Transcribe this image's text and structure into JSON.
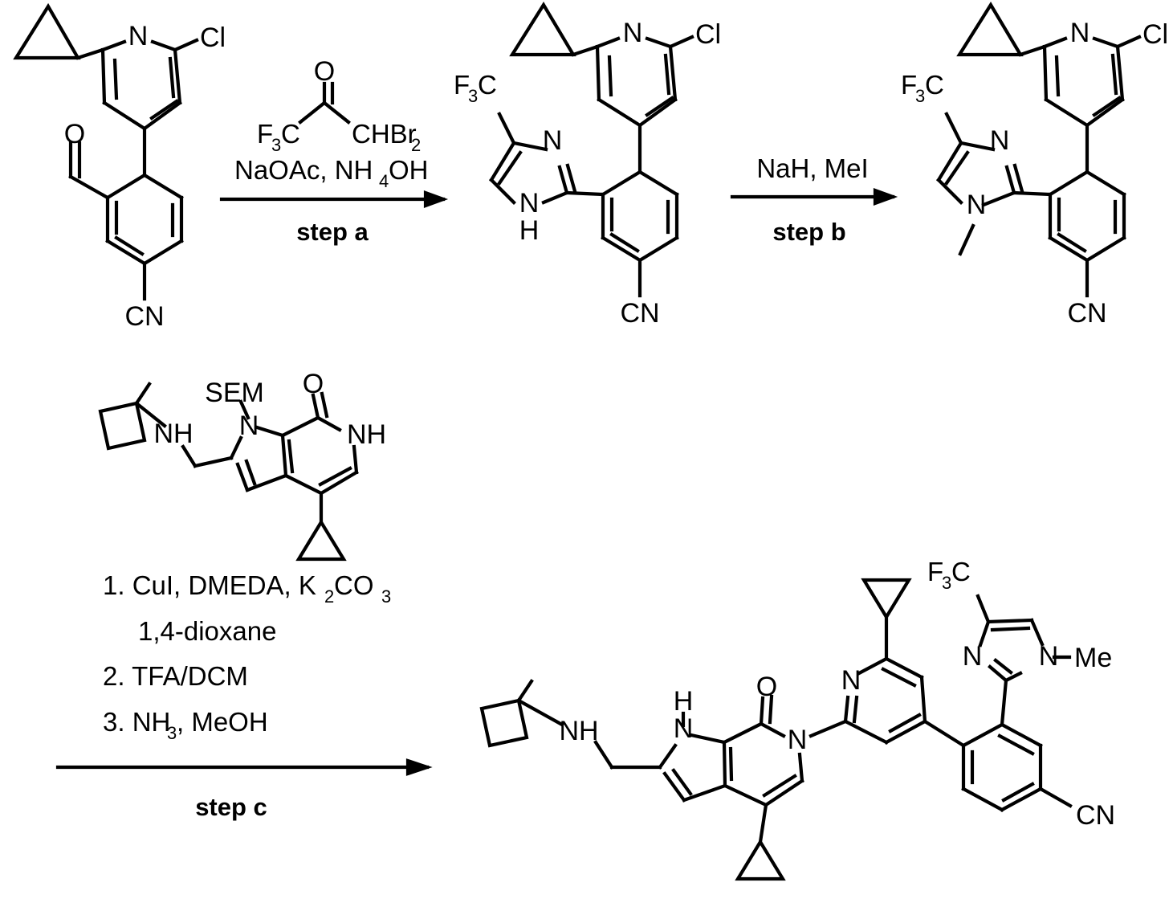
{
  "scheme": {
    "title": "Three-step synthetic reaction scheme",
    "rows": [
      {
        "id": "row-1",
        "structures": [
          "starting-aldehyde",
          "nh-imidazole-intermediate",
          "n-methyl-imidazole-intermediate"
        ],
        "arrows": [
          "step-a",
          "step-b"
        ]
      },
      {
        "id": "row-2",
        "structures": [
          "sem-azaindolone-reagent",
          "final-product"
        ],
        "arrows": [
          "step-c"
        ]
      }
    ]
  },
  "structure_1": {
    "name": "4-(2-chloro-6-cyclopropylpyridin-4-yl)-3-formylbenzonitrile",
    "labels": {
      "pyridine_n": "N",
      "chloro": "Cl",
      "aldehyde_o": "O",
      "nitrile": "CN"
    }
  },
  "arrow_a": {
    "reagent_line_1_left": "F",
    "reagent_line_1_left_sub": "3",
    "reagent_line_1_left_c": "C",
    "reagent_carbonyl_o": "O",
    "reagent_line_1_right": "CHBr",
    "reagent_line_1_right_sub": "2",
    "reagent_line_2a": "NaOAc, NH",
    "reagent_line_2_sub": "4",
    "reagent_line_2b": "OH",
    "step_label": "step a"
  },
  "structure_2": {
    "name": "4-(2-chloro-6-cyclopropylpyridin-4-yl)-3-(4-(trifluoromethyl)-1H-imidazol-2-yl)benzonitrile",
    "labels": {
      "cf3_f": "F",
      "cf3_sub": "3",
      "cf3_c": "C",
      "imidazole_n": "N",
      "imidazole_nh_n": "N",
      "imidazole_nh_h": "H",
      "pyridine_n": "N",
      "chloro": "Cl",
      "nitrile": "CN"
    }
  },
  "arrow_b": {
    "reagents": "NaH, MeI",
    "step_label": "step b"
  },
  "structure_3": {
    "name": "4-(2-chloro-6-cyclopropylpyridin-4-yl)-3-(1-methyl-4-(trifluoromethyl)-1H-imidazol-2-yl)benzonitrile",
    "labels": {
      "cf3_f": "F",
      "cf3_sub": "3",
      "cf3_c": "C",
      "imidazole_n": "N",
      "imidazole_nme_n": "N",
      "pyridine_n": "N",
      "chloro": "Cl",
      "nitrile": "CN"
    }
  },
  "structure_4": {
    "name": "SEM-protected 2-(((1-methylcyclobutyl)amino)methyl)-4-cyclopropyl-pyrrolo[2,3-c]pyridin-7(6H)-one",
    "labels": {
      "sem": "SEM",
      "amine_nh": "NH",
      "pyrrole_n": "N",
      "ketone_o": "O",
      "lactam_nh": "NH"
    }
  },
  "arrow_c": {
    "reagent_lines": [
      "1. CuI, DMEDA, K",
      "1,4-dioxane",
      "2. TFA/DCM",
      "3. NH"
    ],
    "line1_prefix": "1. CuI, DMEDA, K",
    "line1_sub1": "2",
    "line1_mid": "CO",
    "line1_sub2": "3",
    "line2": "1,4-dioxane",
    "line3": "2. TFA/DCM",
    "line4_prefix": "3. NH",
    "line4_sub": "3",
    "line4_suffix": ", MeOH",
    "step_label": "step c"
  },
  "structure_5": {
    "name": "Final product: 3-(1-methyl-4-(trifluoromethyl)-1H-imidazol-2-yl)-4-(6-cyclopropyl-2-(4-cyclopropyl-2-(((1-methylcyclobutyl)amino)methyl)-7-oxo-pyrrolo[2,3-c]pyridin-6(7H)-yl)pyridin-4-yl)benzonitrile",
    "labels": {
      "amine_nh": "NH",
      "pyrrole_nh_n": "N",
      "pyrrole_nh_h": "H",
      "ketone_o": "O",
      "lactam_n": "N",
      "pyridine_n": "N",
      "cf3_f": "F",
      "cf3_sub": "3",
      "cf3_c": "C",
      "imidazole_n": "N",
      "imidazole_nme_n": "N",
      "methyl": "Me",
      "nitrile": "CN"
    }
  },
  "colors": {
    "ink": "#000000",
    "background": "#ffffff"
  }
}
